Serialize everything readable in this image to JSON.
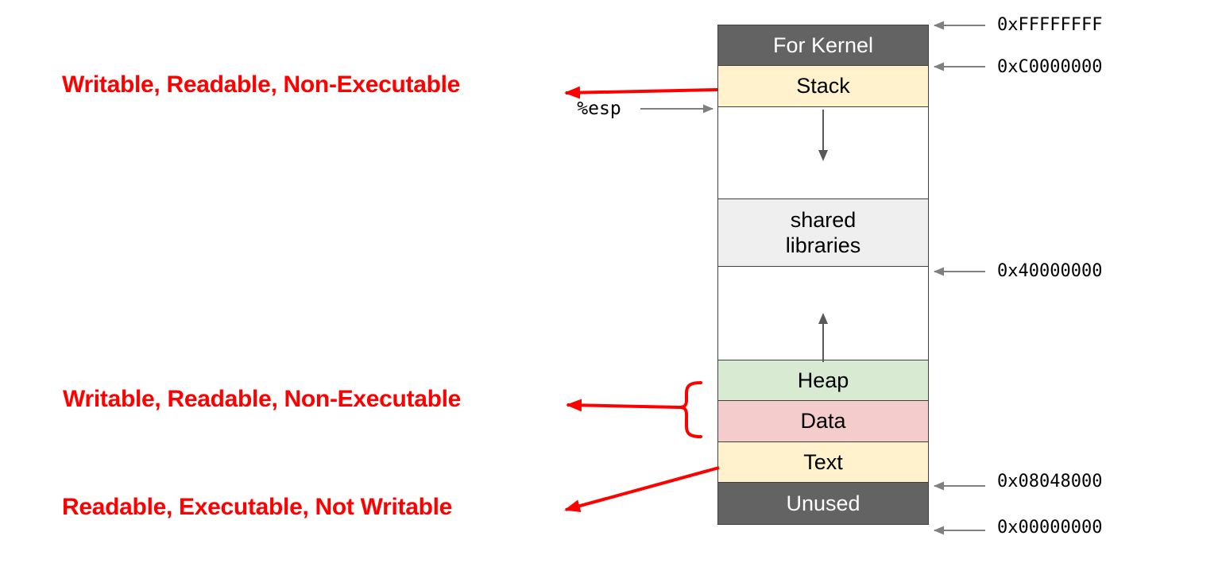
{
  "diagram": {
    "memory_map": {
      "segments": [
        {
          "name": "for-kernel",
          "label": "For Kernel",
          "fill": "#636363",
          "text_color": "#FFFFFF"
        },
        {
          "name": "stack",
          "label": "Stack",
          "fill": "#FFF2CC",
          "text_color": "#000000"
        },
        {
          "name": "gap-stack-growth",
          "label": "",
          "fill": "#FFFFFF",
          "text_color": "#000000"
        },
        {
          "name": "shared-libraries",
          "label": "shared\nlibraries",
          "fill": "#EFEFEF",
          "text_color": "#000000"
        },
        {
          "name": "gap-heap-growth",
          "label": "",
          "fill": "#FFFFFF",
          "text_color": "#000000"
        },
        {
          "name": "heap",
          "label": "Heap",
          "fill": "#D9EAD3",
          "text_color": "#000000"
        },
        {
          "name": "data",
          "label": "Data",
          "fill": "#F4CCCC",
          "text_color": "#000000"
        },
        {
          "name": "text",
          "label": "Text",
          "fill": "#FFF2CC",
          "text_color": "#000000"
        },
        {
          "name": "unused",
          "label": "Unused",
          "fill": "#636363",
          "text_color": "#FFFFFF"
        }
      ]
    },
    "addresses": [
      "0xFFFFFFFF",
      "0xC0000000",
      "0x40000000",
      "0x08048000",
      "0x00000000"
    ],
    "esp_label": "%esp",
    "annotations": {
      "stack_permissions": "Writable, Readable, Non-Executable",
      "heap_data_permissions": "Writable, Readable, Non-Executable",
      "text_permissions": "Readable, Executable, Not Writable"
    },
    "colors": {
      "annotation_red": "#FF0000",
      "address_arrow_gray": "#7F7F7F",
      "growth_arrow_gray": "#595959",
      "segment_border": "#404040"
    }
  }
}
